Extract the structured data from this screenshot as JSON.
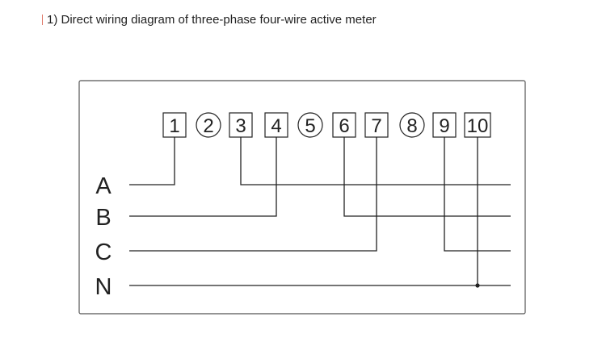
{
  "caption": {
    "text": "1) Direct wiring diagram of three-phase four-wire active meter",
    "marker_color": "#e07a6a"
  },
  "terminals": [
    {
      "label": "1",
      "shape": "box"
    },
    {
      "label": "2",
      "shape": "circle"
    },
    {
      "label": "3",
      "shape": "box"
    },
    {
      "label": "4",
      "shape": "box"
    },
    {
      "label": "5",
      "shape": "circle"
    },
    {
      "label": "6",
      "shape": "box"
    },
    {
      "label": "7",
      "shape": "box"
    },
    {
      "label": "8",
      "shape": "circle"
    },
    {
      "label": "9",
      "shape": "box"
    },
    {
      "label": "10",
      "shape": "box"
    }
  ],
  "phases": [
    {
      "label": "A"
    },
    {
      "label": "B"
    },
    {
      "label": "C"
    },
    {
      "label": "N"
    }
  ],
  "connections": [
    {
      "terminal": "1",
      "phase": "A",
      "side": "line-in"
    },
    {
      "terminal": "3",
      "phase": "A",
      "side": "load-out"
    },
    {
      "terminal": "4",
      "phase": "B",
      "side": "line-in"
    },
    {
      "terminal": "6",
      "phase": "B",
      "side": "load-out"
    },
    {
      "terminal": "7",
      "phase": "C",
      "side": "line-in"
    },
    {
      "terminal": "9",
      "phase": "C",
      "side": "load-out"
    },
    {
      "terminal": "10",
      "phase": "N",
      "side": "neutral"
    }
  ]
}
